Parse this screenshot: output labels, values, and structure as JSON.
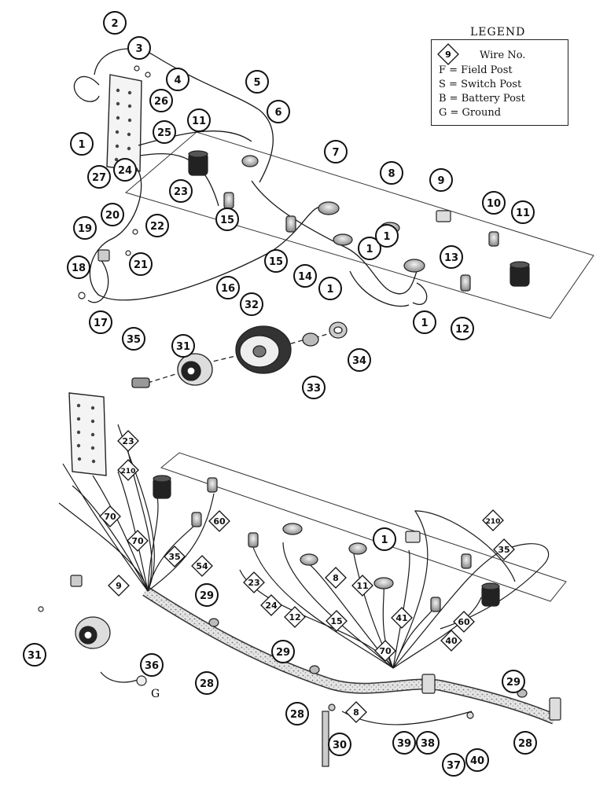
{
  "legend": {
    "title": "LEGEND",
    "wire_symbol_number": "9",
    "wire_label": "Wire No.",
    "entries": [
      {
        "key": "F",
        "label": "F =  Field Post"
      },
      {
        "key": "S",
        "label": "S =  Switch Post"
      },
      {
        "key": "B",
        "label": "B =  Battery Post"
      },
      {
        "key": "G",
        "label": "G =  Ground"
      }
    ]
  },
  "ground_label": "G",
  "callouts_upper": [
    "1",
    "1",
    "1",
    "1",
    "1",
    "2",
    "3",
    "4",
    "5",
    "6",
    "7",
    "8",
    "9",
    "10",
    "11",
    "11",
    "12",
    "13",
    "14",
    "15",
    "15",
    "16",
    "17",
    "18",
    "19",
    "20",
    "21",
    "22",
    "23",
    "24",
    "25",
    "26",
    "27"
  ],
  "callouts_middle": [
    "31",
    "32",
    "33",
    "34",
    "35"
  ],
  "callouts_lower": [
    "1",
    "28",
    "28",
    "28",
    "29",
    "29",
    "29",
    "30",
    "31",
    "36",
    "37",
    "38",
    "39",
    "40"
  ],
  "wire_numbers": [
    "23",
    "210",
    "70",
    "70",
    "35",
    "54",
    "60",
    "9",
    "23",
    "8",
    "11",
    "24",
    "12",
    "15",
    "70",
    "41",
    "40",
    "60",
    "210",
    "35",
    "8"
  ],
  "colors": {
    "ink": "#1a1a1a",
    "harness": "#c9c9c9"
  }
}
